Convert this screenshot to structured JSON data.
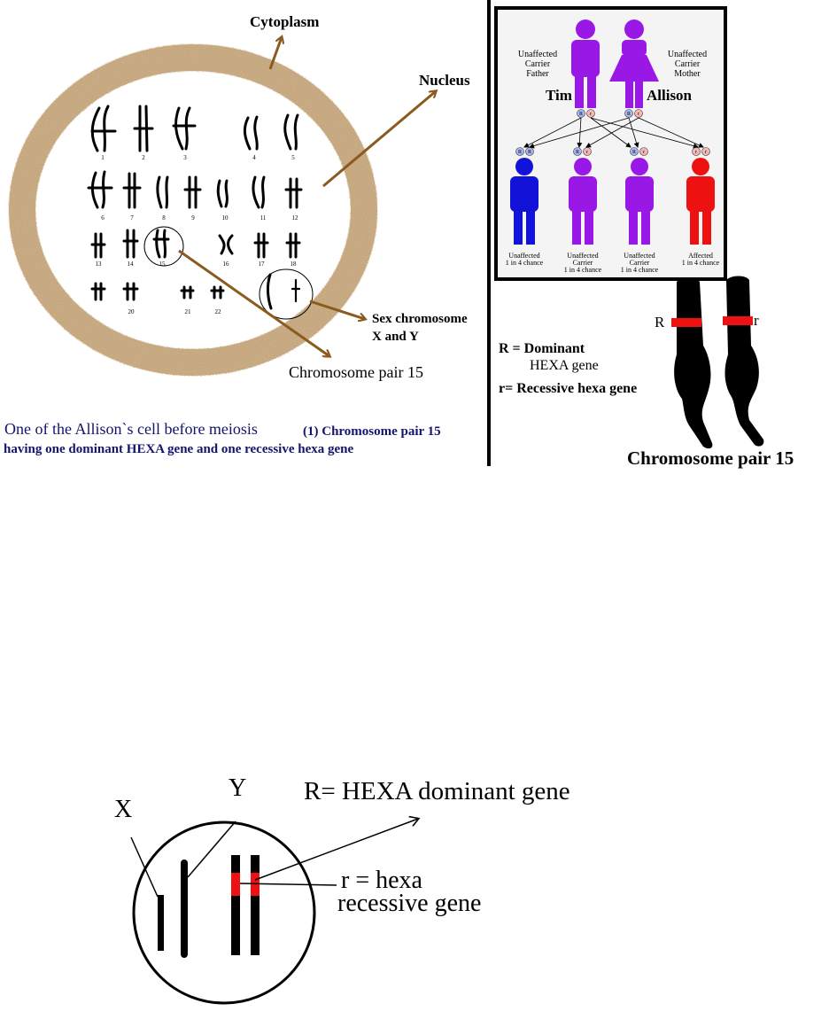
{
  "cell": {
    "cytoplasm_label": "Cytoplasm",
    "nucleus_label": "Nucleus",
    "sex_chromosome_label_line1": "Sex chromosome",
    "sex_chromosome_label_line2": "X and Y",
    "pair15_label": "Chromosome pair 15",
    "chromosome_numbers": [
      "1",
      "2",
      "3",
      "4",
      "5",
      "6",
      "7",
      "8",
      "9",
      "10",
      "11",
      "12",
      "13",
      "14",
      "15",
      "16",
      "17",
      "18",
      "20",
      "21",
      "22"
    ],
    "caption_part1": "One of the Allison`s cell before meiosis",
    "caption_part2": "(1) Chromosome pair 15",
    "caption_line2": "having one dominant HEXA gene and one recessive hexa gene"
  },
  "pedigree": {
    "father_line1": "Unaffected",
    "father_line2": "Carrier",
    "father_line3": "Father",
    "mother_line1": "Unaffected",
    "mother_line2": "Carrier",
    "mother_line3": "Mother",
    "father_name": "Tim",
    "mother_name": "Allison",
    "allele_dominant": "R",
    "allele_recessive": "r",
    "children": [
      {
        "line1": "Unaffected",
        "line2": "1 in 4 chance",
        "line3": "",
        "color": "#1212d8"
      },
      {
        "line1": "Unaffected",
        "line2": "Carrier",
        "line3": "1 in 4 chance",
        "color": "#9a18e6"
      },
      {
        "line1": "Unaffected",
        "line2": "Carrier",
        "line3": "1 in 4 chance",
        "color": "#9a18e6"
      },
      {
        "line1": "Affected",
        "line2": "1 in 4 chance",
        "line3": "",
        "color": "#ee1111"
      }
    ],
    "parent_color": "#9a18e6"
  },
  "pair15_detail": {
    "label_R": "R",
    "label_r": "r",
    "legend_R_line1": "R = Dominant",
    "legend_R_line2": "HEXA gene",
    "legend_r": "r= Recessive hexa gene",
    "title": "Chromosome pair 15"
  },
  "zoom": {
    "label_X": "X",
    "label_Y": "Y",
    "label_R": "R= HEXA dominant gene",
    "label_r_line1": "r = hexa",
    "label_r_line2": "recessive gene"
  },
  "colors": {
    "cytoplasm": "#8b5a1e",
    "arrow": "#8b5a1e",
    "caption": "#14146e",
    "gene_band": "#ee1111"
  }
}
